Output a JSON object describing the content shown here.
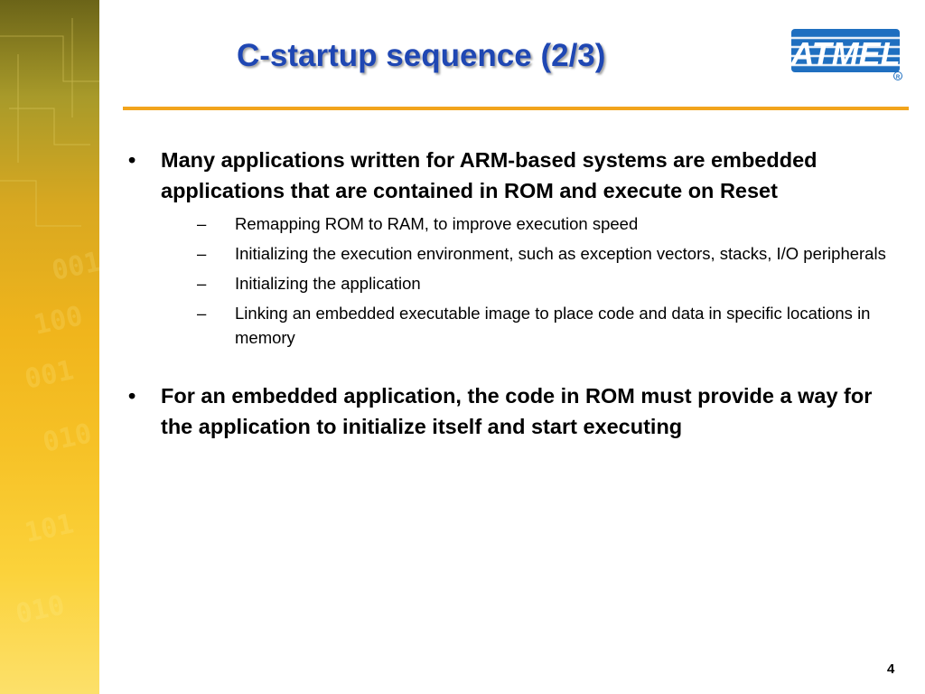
{
  "slide": {
    "title": "C-startup sequence (2/3)",
    "logo_text": "ATMEL",
    "logo_registered": "R",
    "bullets": [
      {
        "text": "Many applications written for ARM-based systems are embedded applications that are contained in ROM and execute on Reset",
        "subitems": [
          "Remapping ROM to RAM, to improve execution speed",
          "Initializing the execution environment, such as exception vectors, stacks, I/O peripherals",
          "Initializing the application",
          "Linking an embedded executable image to place code and data in specific locations in memory"
        ]
      },
      {
        "text": "For an embedded application, the code in ROM must provide a way for the application to initialize itself and start executing",
        "subitems": []
      }
    ],
    "bullet_glyph": "•",
    "sub_glyph": "–",
    "page_number": "4"
  },
  "colors": {
    "title": "#1f47b3",
    "rule": "#f2a41c",
    "logo": "#1f6fc0"
  }
}
